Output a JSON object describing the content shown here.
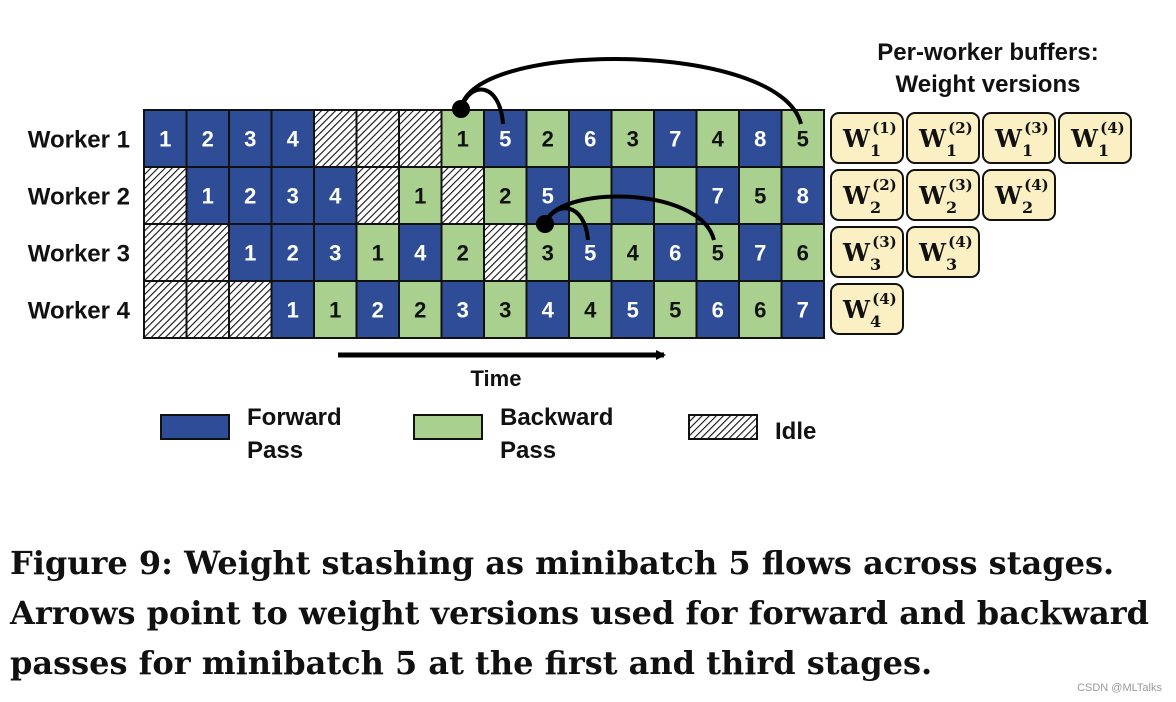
{
  "workers": [
    {
      "label": "Worker 1",
      "cells": [
        {
          "t": "F",
          "n": "1"
        },
        {
          "t": "F",
          "n": "2"
        },
        {
          "t": "F",
          "n": "3"
        },
        {
          "t": "F",
          "n": "4"
        },
        {
          "t": "I",
          "n": ""
        },
        {
          "t": "I",
          "n": ""
        },
        {
          "t": "I",
          "n": ""
        },
        {
          "t": "B",
          "n": "1"
        },
        {
          "t": "F",
          "n": "5"
        },
        {
          "t": "B",
          "n": "2"
        },
        {
          "t": "F",
          "n": "6"
        },
        {
          "t": "B",
          "n": "3"
        },
        {
          "t": "F",
          "n": "7"
        },
        {
          "t": "B",
          "n": "4"
        },
        {
          "t": "F",
          "n": "8"
        },
        {
          "t": "B",
          "n": "5"
        }
      ]
    },
    {
      "label": "Worker 2",
      "cells": [
        {
          "t": "I",
          "n": ""
        },
        {
          "t": "F",
          "n": "1"
        },
        {
          "t": "F",
          "n": "2"
        },
        {
          "t": "F",
          "n": "3"
        },
        {
          "t": "F",
          "n": "4"
        },
        {
          "t": "I",
          "n": ""
        },
        {
          "t": "B",
          "n": "1"
        },
        {
          "t": "I",
          "n": ""
        },
        {
          "t": "B",
          "n": "2"
        },
        {
          "t": "F",
          "n": "5"
        },
        {
          "t": "B",
          "n": ""
        },
        {
          "t": "F",
          "n": ""
        },
        {
          "t": "B",
          "n": ""
        },
        {
          "t": "F",
          "n": "7"
        },
        {
          "t": "B",
          "n": "5"
        },
        {
          "t": "F",
          "n": "8"
        }
      ]
    },
    {
      "label": "Worker 3",
      "cells": [
        {
          "t": "I",
          "n": ""
        },
        {
          "t": "I",
          "n": ""
        },
        {
          "t": "F",
          "n": "1"
        },
        {
          "t": "F",
          "n": "2"
        },
        {
          "t": "F",
          "n": "3"
        },
        {
          "t": "B",
          "n": "1"
        },
        {
          "t": "F",
          "n": "4"
        },
        {
          "t": "B",
          "n": "2"
        },
        {
          "t": "I",
          "n": ""
        },
        {
          "t": "B",
          "n": "3"
        },
        {
          "t": "F",
          "n": "5"
        },
        {
          "t": "B",
          "n": "4"
        },
        {
          "t": "F",
          "n": "6"
        },
        {
          "t": "B",
          "n": "5"
        },
        {
          "t": "F",
          "n": "7"
        },
        {
          "t": "B",
          "n": "6"
        }
      ]
    },
    {
      "label": "Worker 4",
      "cells": [
        {
          "t": "I",
          "n": ""
        },
        {
          "t": "I",
          "n": ""
        },
        {
          "t": "I",
          "n": ""
        },
        {
          "t": "F",
          "n": "1"
        },
        {
          "t": "B",
          "n": "1"
        },
        {
          "t": "F",
          "n": "2"
        },
        {
          "t": "B",
          "n": "2"
        },
        {
          "t": "F",
          "n": "3"
        },
        {
          "t": "B",
          "n": "3"
        },
        {
          "t": "F",
          "n": "4"
        },
        {
          "t": "B",
          "n": "4"
        },
        {
          "t": "F",
          "n": "5"
        },
        {
          "t": "B",
          "n": "5"
        },
        {
          "t": "F",
          "n": "6"
        },
        {
          "t": "B",
          "n": "6"
        },
        {
          "t": "F",
          "n": "7"
        }
      ]
    }
  ],
  "buffers": {
    "title_line1": "Per-worker buffers:",
    "title_line2": "Weight versions",
    "rows": [
      [
        {
          "w": "W",
          "sub": "1",
          "sup": "(1)"
        },
        {
          "w": "W",
          "sub": "1",
          "sup": "(2)"
        },
        {
          "w": "W",
          "sub": "1",
          "sup": "(3)"
        },
        {
          "w": "W",
          "sub": "1",
          "sup": "(4)"
        }
      ],
      [
        {
          "w": "W",
          "sub": "2",
          "sup": "(2)"
        },
        {
          "w": "W",
          "sub": "2",
          "sup": "(3)"
        },
        {
          "w": "W",
          "sub": "2",
          "sup": "(4)"
        }
      ],
      [
        {
          "w": "W",
          "sub": "3",
          "sup": "(3)"
        },
        {
          "w": "W",
          "sub": "3",
          "sup": "(4)"
        }
      ],
      [
        {
          "w": "W",
          "sub": "4",
          "sup": "(4)"
        }
      ]
    ]
  },
  "time_label": "Time",
  "legend": [
    {
      "kind": "F",
      "line1": "Forward",
      "line2": "Pass"
    },
    {
      "kind": "B",
      "line1": "Backward",
      "line2": "Pass"
    },
    {
      "kind": "I",
      "line1": "Idle",
      "line2": ""
    }
  ],
  "colors": {
    "forward": "#2e4d96",
    "backward": "#a9d08e",
    "buffer": "#fbefc4",
    "text_on_forward": "#ffffff",
    "text_on_backward": "#111111"
  },
  "caption": "Figure 9: Weight stashing as minibatch 5 flows across stages. Arrows point to weight versions used for forward and backward passes for minibatch 5 at the first and third stages.",
  "watermark": "CSDN @MLTalks"
}
